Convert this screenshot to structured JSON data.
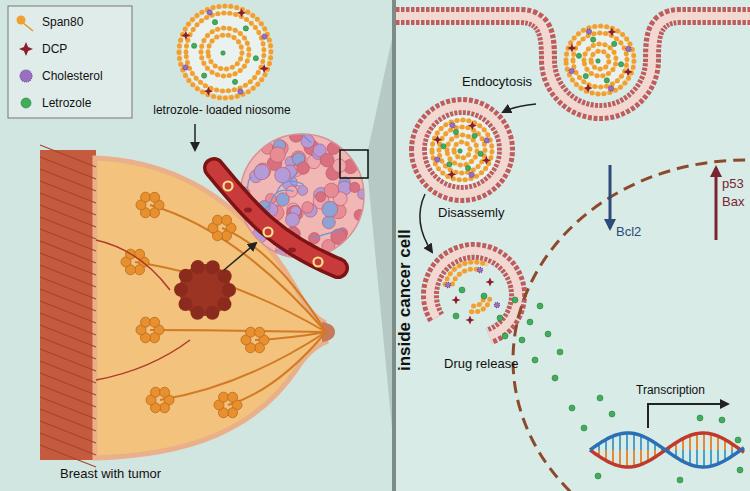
{
  "diagram": {
    "labels": [
      "letrozole- loaded niosome",
      "Breast with tumor",
      "inside cancer cell",
      "Endocytosis",
      "Disassemly",
      "Drug release",
      "Bcl2",
      "p53",
      "Bax",
      "Transcription"
    ],
    "legend": [
      {
        "text": "Span80"
      },
      {
        "text": "DCP"
      },
      {
        "text": "Cholesterol"
      },
      {
        "text": "Letrozole"
      }
    ]
  }
}
